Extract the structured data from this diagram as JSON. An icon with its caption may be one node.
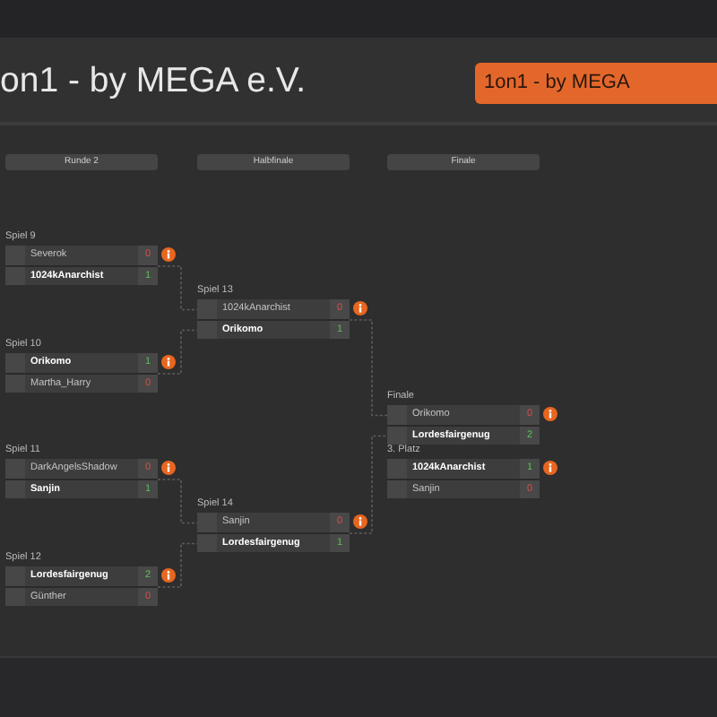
{
  "diagram": {
    "title": "on1 - by MEGA e.V.",
    "nodes": [
      {
        "text": [
          "1on1 - by MEGA"
        ]
      },
      {
        "text": [
          "Runde 2"
        ]
      },
      {
        "text": [
          "Halbfinale"
        ]
      },
      {
        "text": [
          "Finale"
        ]
      },
      {
        "text": [
          "Spiel 9",
          "Severok",
          "0",
          "1024kAnarchist",
          "1"
        ]
      },
      {
        "text": [
          "Spiel 10",
          "Orikomo",
          "1",
          "Martha_Harry",
          "0"
        ]
      },
      {
        "text": [
          "Spiel 11",
          "DarkAngelsShadow",
          "0",
          "Sanjin",
          "1"
        ]
      },
      {
        "text": [
          "Spiel 12",
          "Lordesfairgenug",
          "2",
          "Günther",
          "0"
        ]
      },
      {
        "text": [
          "Spiel 13",
          "1024kAnarchist",
          "0",
          "Orikomo",
          "1"
        ]
      },
      {
        "text": [
          "Spiel 14",
          "Sanjin",
          "0",
          "Lordesfairgenug",
          "1"
        ]
      },
      {
        "text": [
          "Finale",
          "Orikomo",
          "0",
          "Lordesfairgenug",
          "2"
        ]
      },
      {
        "text": [
          "3. Platz",
          "1024kAnarchist",
          "1",
          "Sanjin",
          "0"
        ]
      }
    ],
    "edges": [
      {
        "from": 4,
        "to": 8,
        "arrow": "none",
        "style": "dashed"
      },
      {
        "from": 5,
        "to": 8,
        "arrow": "none",
        "style": "dashed"
      },
      {
        "from": 6,
        "to": 9,
        "arrow": "none",
        "style": "dashed"
      },
      {
        "from": 7,
        "to": 9,
        "arrow": "none",
        "style": "dashed"
      },
      {
        "from": 8,
        "to": 10,
        "arrow": "none",
        "style": "dashed"
      },
      {
        "from": 9,
        "to": 10,
        "arrow": "none",
        "style": "dashed"
      }
    ]
  }
}
